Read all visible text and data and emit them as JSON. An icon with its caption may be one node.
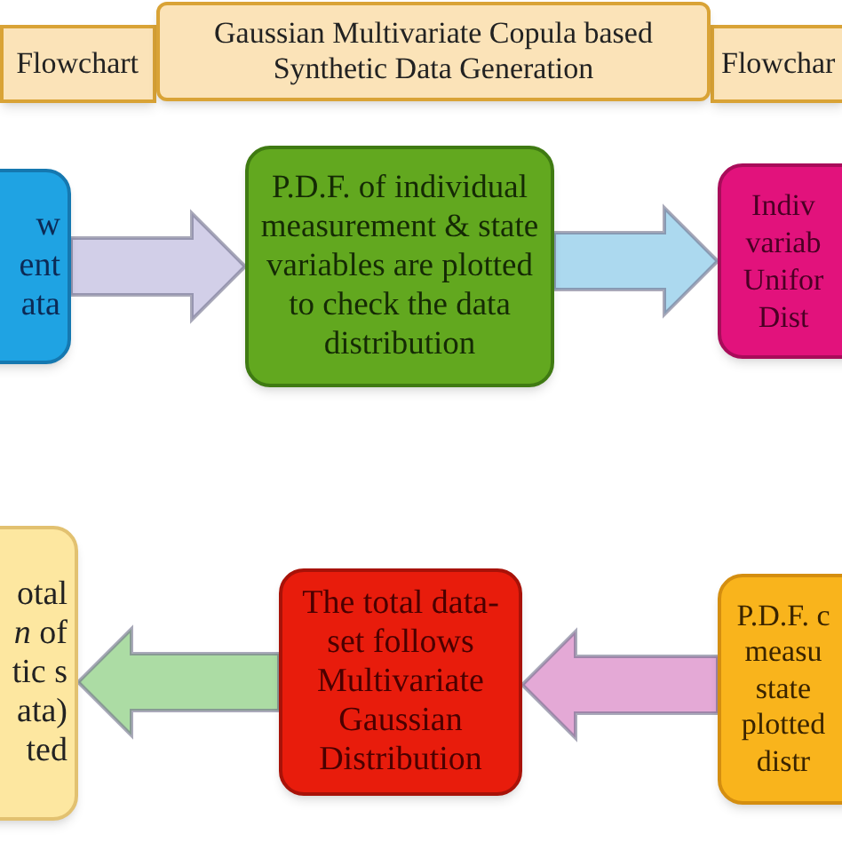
{
  "diagram": {
    "nodes": [
      {
        "text": [
          "Flowchart"
        ]
      },
      {
        "text": [
          "Gaussian Multivariate Copula based Synthetic Data Generation"
        ]
      },
      {
        "text": [
          "Flowchar"
        ]
      },
      {
        "text": [
          "w ent ata"
        ]
      },
      {
        "text": [
          "P.D.F. of individual measurement & state variables are plotted to check the data distribution"
        ]
      },
      {
        "text": [
          "Indiv variab Unifor Dist"
        ]
      },
      {
        "text": [
          "otal *n* of tic s ata) ted"
        ]
      },
      {
        "text": [
          "The total data- set follows Multivariate Gaussian Distribution"
        ]
      },
      {
        "text": [
          "P.D.F. c measu state plotted distr"
        ]
      }
    ],
    "edges": [
      {
        "from": 3,
        "to": 4,
        "arrow": "to",
        "style": "thick",
        "color": "#d2cfe8"
      },
      {
        "from": 4,
        "to": 5,
        "arrow": "to",
        "style": "thick",
        "color": "#acd9ef"
      },
      {
        "from": 8,
        "to": 7,
        "arrow": "to",
        "style": "thick",
        "color": "#e4a9d6"
      },
      {
        "from": 7,
        "to": 6,
        "arrow": "to",
        "style": "thick",
        "color": "#acdca4"
      }
    ]
  }
}
